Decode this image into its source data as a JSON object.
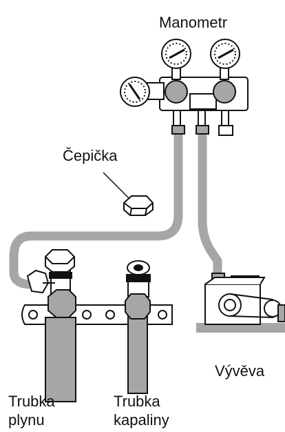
{
  "labels": {
    "gauge": "Manometr",
    "cap": "Čepička",
    "pump": "Vývěva",
    "gas_pipe_line1": "Trubka",
    "gas_pipe_line2": "plynu",
    "liquid_pipe_line1": "Trubka",
    "liquid_pipe_line2": "kapaliny"
  },
  "colors": {
    "hose": "#a6a6a6",
    "valve": "#a6a6a6",
    "outline": "#111111",
    "base": "#a6a6a6"
  }
}
